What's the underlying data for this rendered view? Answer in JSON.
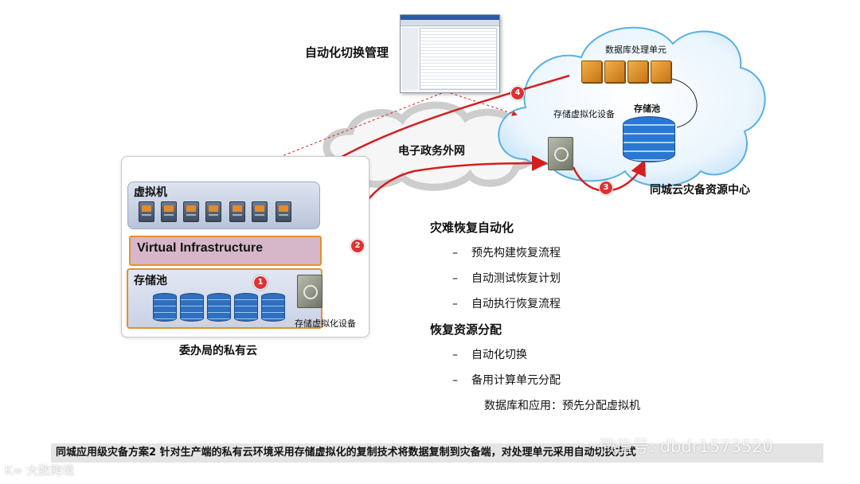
{
  "labels": {
    "mgmt": "自动化切换管理",
    "db_unit": "数据库处理单元",
    "svd_cloud": "存储虚拟化设备",
    "pool_cloud": "存储池",
    "egov_net": "电子政务外网",
    "dr_center": "同城云灾备资源中心",
    "vm_title": "虚拟机",
    "vi": "Virtual Infrastructure",
    "pool_local": "存储池",
    "svd_local": "存储虚拟化设备",
    "private_cloud": "委办局的私有云"
  },
  "steps": [
    "1",
    "2",
    "3",
    "4"
  ],
  "bullets": [
    {
      "heading": "灾难恢复自动化",
      "items": [
        "预先构建恢复流程",
        "自动测试恢复计划",
        "自动执行恢复流程"
      ]
    },
    {
      "heading": "恢复资源分配",
      "items": [
        "自动化切换",
        "备用计算单元分配"
      ],
      "sub": "数据库和应用：预先分配虚拟机"
    }
  ],
  "dash": "–",
  "caption": "同城应用级灾备方案2 针对生产端的私有云环境采用存储虚拟化的复制技术将数据复制到灾备端，对处理单元采用自动切换方式",
  "watermarks": {
    "wechat": "微信号: dbdr1573520",
    "brand": "K∞ 大数跨境"
  },
  "colors": {
    "arrow": "#d51f1f",
    "accent_border": "#e6902b",
    "cloud_stroke": "#4aa3df"
  }
}
